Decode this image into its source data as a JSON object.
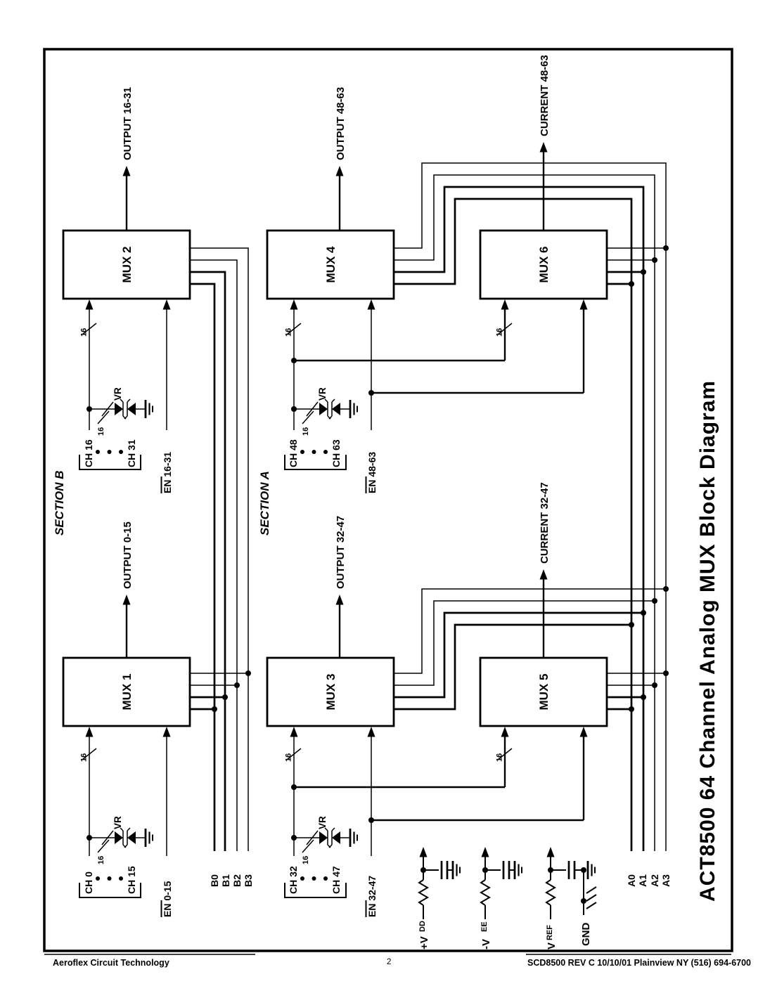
{
  "title": "ACT8500 64 Channel Analog MUX  Block Diagram",
  "footer": {
    "company": "Aeroflex Circuit Technology",
    "page_number": "2",
    "doc_ref": "SCD8500 REV C  10/10/01   Plainview NY (516) 694-6700"
  },
  "sections": {
    "section_a": "SECTION A",
    "section_b": "SECTION B"
  },
  "muxes": {
    "mux1": "MUX 1",
    "mux2": "MUX 2",
    "mux3": "MUX 3",
    "mux4": "MUX 4",
    "mux5": "MUX 5",
    "mux6": "MUX 6"
  },
  "arrows": {
    "output_0_15": "OUTPUT 0-15",
    "output_16_31": "OUTPUT 16-31",
    "output_32_47": "OUTPUT 32-47",
    "output_48_63": "OUTPUT 48-63",
    "current_32_47": "CURRENT 32-47",
    "current_48_63": "CURRENT 48-63"
  },
  "channels": {
    "ch0": "CH 0",
    "ch15": "CH 15",
    "ch16": "CH 16",
    "ch31": "CH 31",
    "ch32": "CH 32",
    "ch47": "CH 47",
    "ch48": "CH 48",
    "ch63": "CH 63"
  },
  "enables": {
    "en_0_15": "EN 0-15",
    "en_16_31": "EN 16-31",
    "en_32_47": "EN 32-47",
    "en_48_63": "EN 48-63"
  },
  "bus": {
    "a0": "A0",
    "a1": "A1",
    "a2": "A2",
    "a3": "A3",
    "b0": "B0",
    "b1": "B1",
    "b2": "B2",
    "b3": "B3",
    "width": "16"
  },
  "power": {
    "vdd": "+V",
    "vdd_sub": "DD",
    "vee": "-V",
    "vee_sub": "EE",
    "vref": "V",
    "vref_sub": "REF",
    "gnd": "GND"
  },
  "clamp": {
    "vr": "VR"
  },
  "colors": {
    "ink": "#000000",
    "paper": "#ffffff"
  }
}
